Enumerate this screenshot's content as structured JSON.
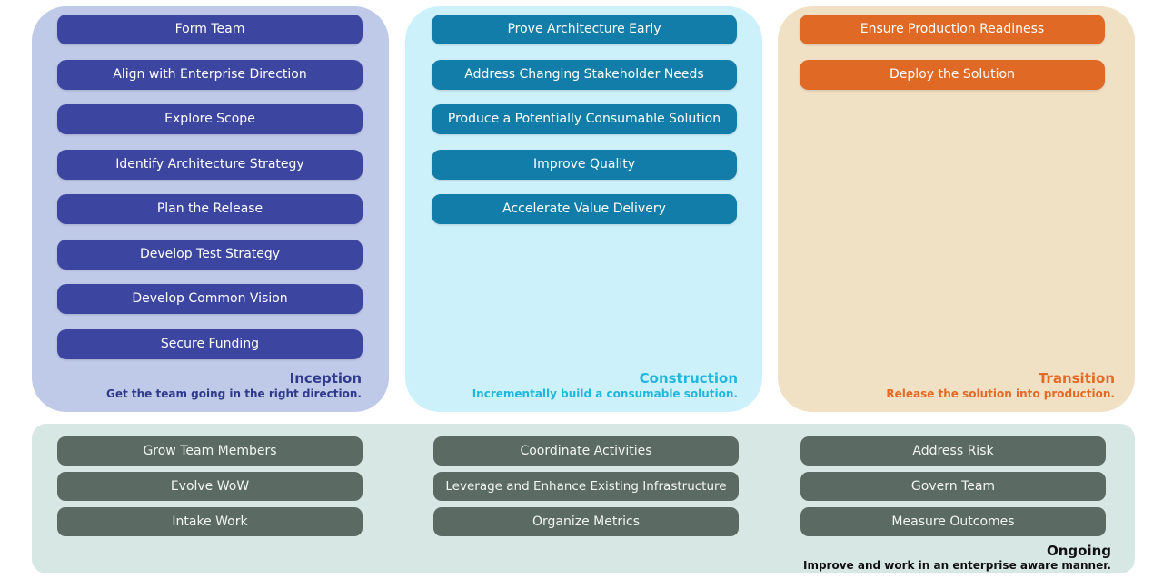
{
  "phases": {
    "inception": {
      "name": "Inception",
      "tagline": "Get the team going in the right direction.",
      "goals": [
        "Form Team",
        "Align with Enterprise Direction",
        "Explore Scope",
        "Identify Architecture Strategy",
        "Plan the Release",
        "Develop Test Strategy",
        "Develop Common Vision",
        "Secure Funding"
      ]
    },
    "construction": {
      "name": "Construction",
      "tagline": "Incrementally build a consumable solution.",
      "goals": [
        "Prove Architecture Early",
        "Address Changing Stakeholder Needs",
        "Produce a Potentially Consumable Solution",
        "Improve Quality",
        "Accelerate Value Delivery"
      ]
    },
    "transition": {
      "name": "Transition",
      "tagline": "Release the solution into production.",
      "goals": [
        "Ensure Production Readiness",
        "Deploy the Solution"
      ]
    }
  },
  "ongoing": {
    "name": "Ongoing",
    "tagline": "Improve and work in an enterprise aware manner.",
    "columns": [
      [
        "Grow Team Members",
        "Evolve WoW",
        "Intake Work"
      ],
      [
        "Coordinate Activities",
        "Leverage and Enhance Existing Infrastructure",
        "Organize Metrics"
      ],
      [
        "Address Risk",
        "Govern Team",
        "Measure Outcomes"
      ]
    ]
  },
  "colors": {
    "inception_panel": "#bfc9e8",
    "inception_goal": "#3c46a1",
    "construction_panel": "#cdf1fb",
    "construction_goal": "#127da8",
    "construction_accent": "#1fb8dc",
    "transition_panel": "#f1e1c4",
    "transition_goal": "#e06a25",
    "ongoing_panel": "#d7e8e4",
    "ongoing_goal": "#5b6b64"
  }
}
